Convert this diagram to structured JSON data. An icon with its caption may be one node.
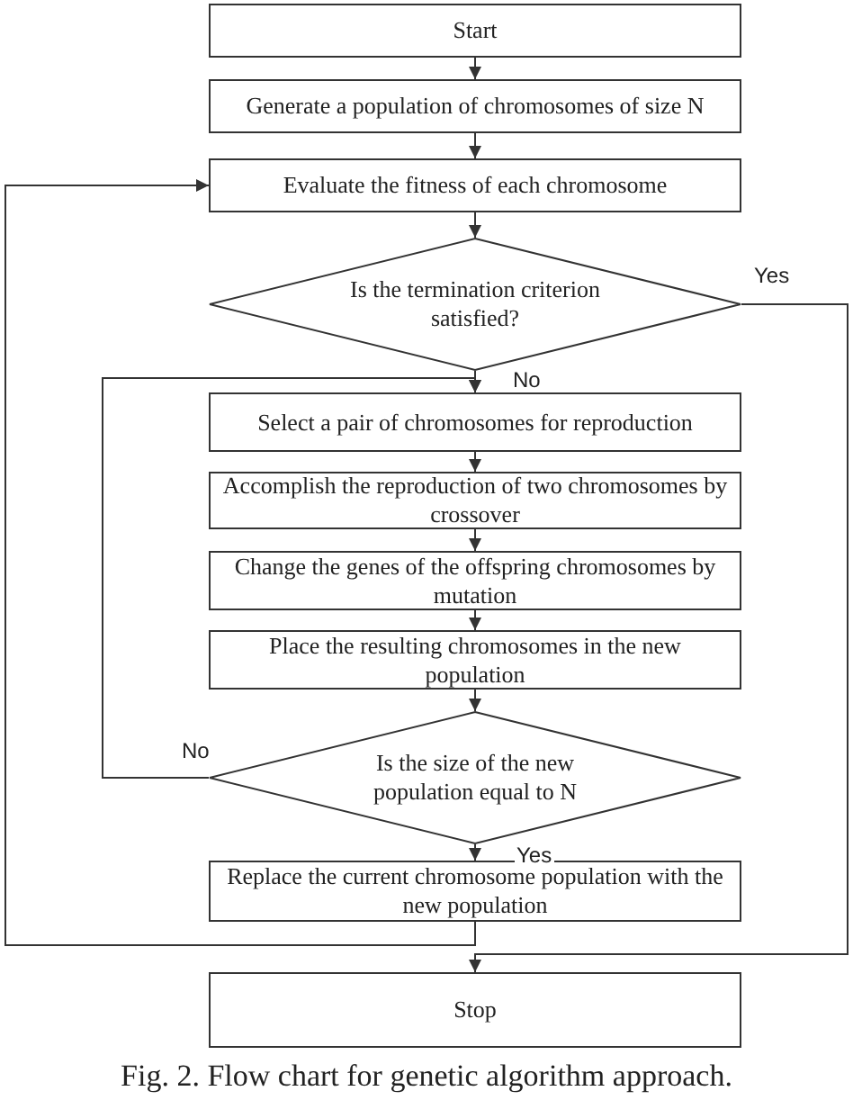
{
  "diagram": {
    "caption": "Fig. 2. Flow chart for genetic algorithm approach.",
    "nodes": [
      {
        "text": [
          "Start"
        ]
      },
      {
        "text": [
          "Generate a population of chromosomes of size N"
        ]
      },
      {
        "text": [
          "Evaluate the fitness of each chromosome"
        ]
      },
      {
        "text": [
          "Is the termination criterion satisfied?"
        ]
      },
      {
        "text": [
          "Select a pair of chromosomes for reproduction"
        ]
      },
      {
        "text": [
          "Accomplish the reproduction of two chromosomes by crossover"
        ]
      },
      {
        "text": [
          "Change the genes of the offspring chromosomes by mutation"
        ]
      },
      {
        "text": [
          "Place the resulting chromosomes in the new population"
        ]
      },
      {
        "text": [
          "Is the size of the new population equal to N"
        ]
      },
      {
        "text": [
          "Replace the current chromosome population with the new population"
        ]
      },
      {
        "text": [
          "Stop"
        ]
      }
    ],
    "edges": [
      {
        "from": 0,
        "to": 1,
        "arrow": "to"
      },
      {
        "from": 1,
        "to": 2,
        "arrow": "to"
      },
      {
        "from": 2,
        "to": 3,
        "arrow": "to"
      },
      {
        "from": 3,
        "to": 4,
        "arrow": "to",
        "label": "No"
      },
      {
        "from": 4,
        "to": 5,
        "arrow": "to"
      },
      {
        "from": 5,
        "to": 6,
        "arrow": "to"
      },
      {
        "from": 6,
        "to": 7,
        "arrow": "to"
      },
      {
        "from": 7,
        "to": 8,
        "arrow": "to"
      },
      {
        "from": 8,
        "to": 9,
        "arrow": "to",
        "label": "Yes"
      },
      {
        "from": 8,
        "to": 4,
        "arrow": "to",
        "label": "No"
      },
      {
        "from": 9,
        "to": 2,
        "arrow": "to"
      },
      {
        "from": 3,
        "to": 10,
        "arrow": "to",
        "label": "Yes"
      }
    ]
  }
}
